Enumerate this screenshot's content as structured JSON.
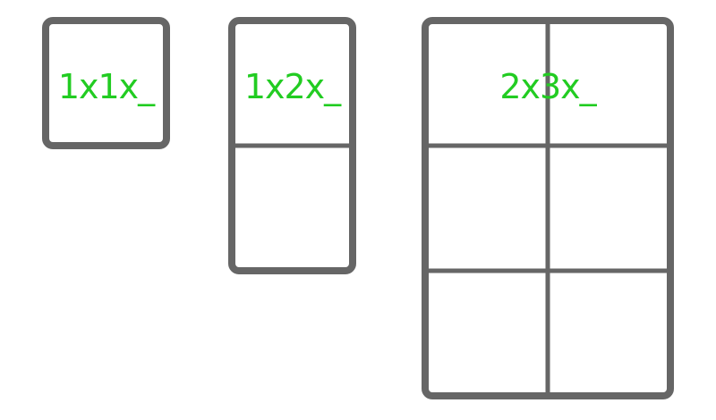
{
  "colors": {
    "background": "#ffffff",
    "frame": "#666666",
    "label": "#22cc22"
  },
  "grids": [
    {
      "label": "1x1x_",
      "columns": 1,
      "rows": 1
    },
    {
      "label": "1x2x_",
      "columns": 1,
      "rows": 2
    },
    {
      "label": "2x3x_",
      "columns": 2,
      "rows": 3
    }
  ]
}
